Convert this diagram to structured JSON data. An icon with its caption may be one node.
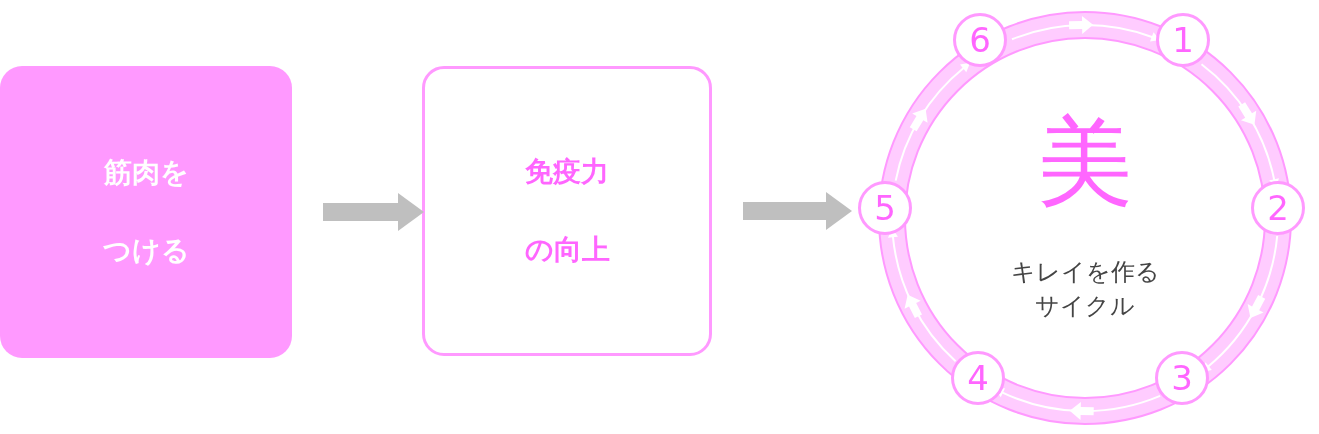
{
  "diagram": {
    "nodes": [
      {
        "text": [
          "筋肉をつける"
        ]
      },
      {
        "text": [
          "免疫力の向上"
        ]
      },
      {
        "text": [
          "美",
          "キレイを作るサイクル"
        ]
      },
      {
        "text": [
          "1"
        ],
        "in": 2
      },
      {
        "text": [
          "2"
        ],
        "in": 2
      },
      {
        "text": [
          "3"
        ],
        "in": 2
      },
      {
        "text": [
          "4"
        ],
        "in": 2
      },
      {
        "text": [
          "5"
        ],
        "in": 2
      },
      {
        "text": [
          "6"
        ],
        "in": 2
      }
    ],
    "edges": [
      {
        "from": 0,
        "to": 1,
        "arrow": "to",
        "style": "thick",
        "color": "#bfbfbf"
      },
      {
        "from": 1,
        "to": 2,
        "arrow": "to",
        "style": "thick",
        "color": "#bfbfbf"
      },
      {
        "from": 8,
        "to": 3,
        "arrow": "to"
      },
      {
        "from": 3,
        "to": 4,
        "arrow": "to"
      },
      {
        "from": 4,
        "to": 5,
        "arrow": "to"
      },
      {
        "from": 5,
        "to": 6,
        "arrow": "to"
      },
      {
        "from": 6,
        "to": 7,
        "arrow": "to"
      },
      {
        "from": 7,
        "to": 8,
        "arrow": "to"
      }
    ]
  }
}
